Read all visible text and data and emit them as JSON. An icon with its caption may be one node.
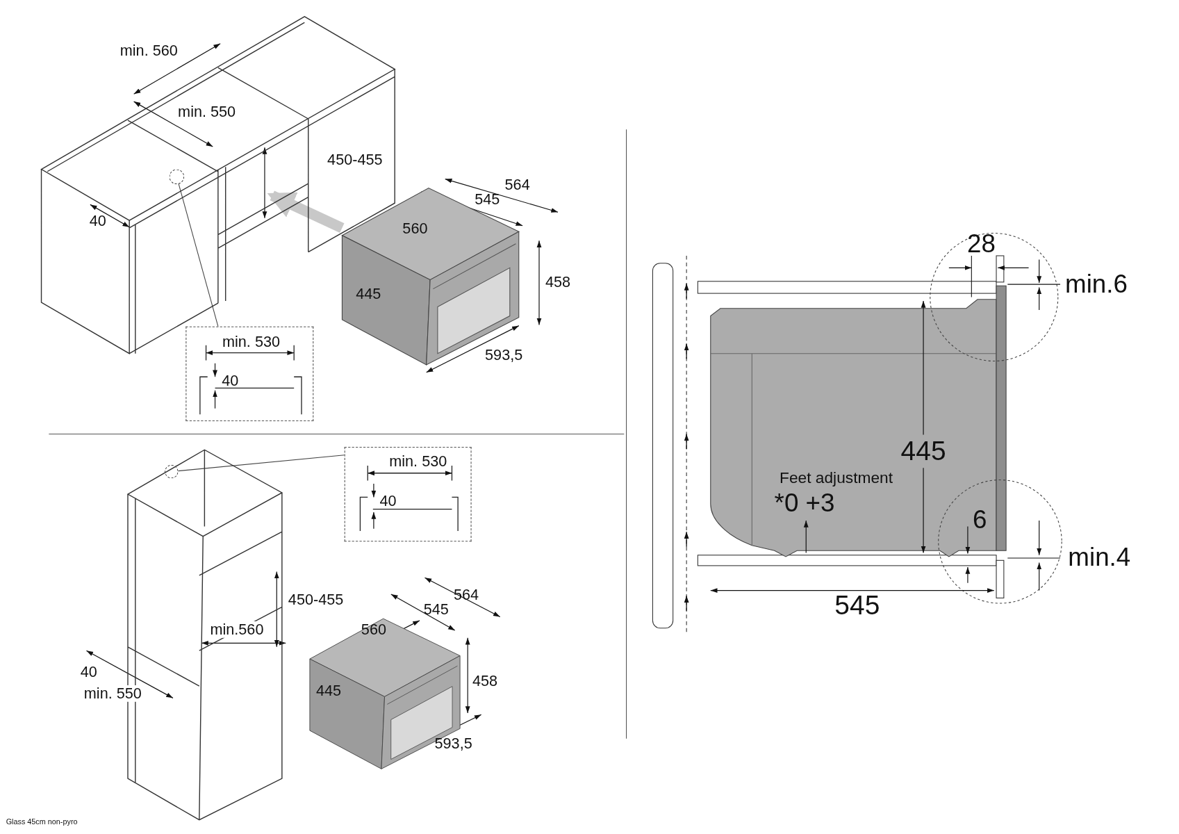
{
  "diagram": {
    "nodes": [
      {
        "text": [],
        "shape": "picture"
      },
      {
        "text": [],
        "shape": "circle",
        "in": 0
      },
      {
        "text": [
          "min. 530",
          "40"
        ]
      },
      {
        "text": [],
        "shape": "picture"
      },
      {
        "text": [],
        "shape": "picture"
      },
      {
        "text": [],
        "shape": "circle",
        "in": 4
      },
      {
        "text": [
          "min. 530",
          "40"
        ]
      },
      {
        "text": [],
        "shape": "picture"
      }
    ],
    "edges": [
      {
        "from": 1,
        "to": 2,
        "arrow": "none"
      },
      {
        "from": 5,
        "to": 6,
        "arrow": "none"
      },
      {
        "from": 3,
        "to": null,
        "arrow": "to",
        "style": "thick",
        "color": "#c8c8c8"
      }
    ],
    "labels": [
      "min. 560",
      "min. 550",
      "450-455",
      "40",
      "564",
      "545",
      "560",
      "445",
      "458",
      "593,5",
      "450-455",
      "min.560",
      "40",
      "min. 550",
      "564",
      "545",
      "560",
      "445",
      "458",
      "593,5",
      "28",
      "min.6",
      "445",
      "Feet adjustment",
      "*0 +3",
      "6",
      "min.4",
      "545",
      "Glass 45cm non-pyro"
    ]
  }
}
